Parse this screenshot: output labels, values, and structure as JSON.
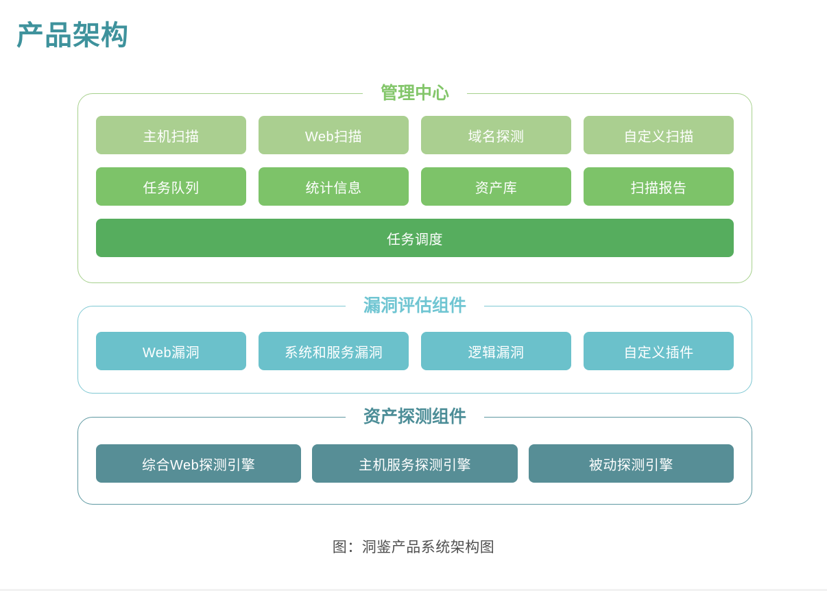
{
  "page": {
    "title": "产品架构",
    "caption": "图：洞鉴产品系统架构图"
  },
  "colors": {
    "title_text": "#3e929c",
    "management_border": "#a6d08c",
    "management_title": "#83c66a",
    "node_light_green": "#aacf90",
    "node_green": "#7dc369",
    "node_dark_green": "#56ad5e",
    "vuln_border": "#7fc8d3",
    "vuln_title": "#6fc5d2",
    "node_light_blue": "#6bc1cb",
    "asset_border": "#5d98a1",
    "asset_title": "#4c8d97",
    "node_teal": "#578e96",
    "caption_text": "#4f4f4f"
  },
  "sections": [
    {
      "title": "管理中心",
      "row1": [
        "主机扫描",
        "Web扫描",
        "域名探测",
        "自定义扫描"
      ],
      "row2": [
        "任务队列",
        "统计信息",
        "资产库",
        "扫描报告"
      ],
      "full_width_button": "任务调度"
    },
    {
      "title": "漏洞评估组件",
      "buttons": [
        "Web漏洞",
        "系统和服务漏洞",
        "逻辑漏洞",
        "自定义插件"
      ]
    },
    {
      "title": "资产探测组件",
      "buttons": [
        "综合Web探测引擎",
        "主机服务探测引擎",
        "被动探测引擎"
      ]
    }
  ]
}
